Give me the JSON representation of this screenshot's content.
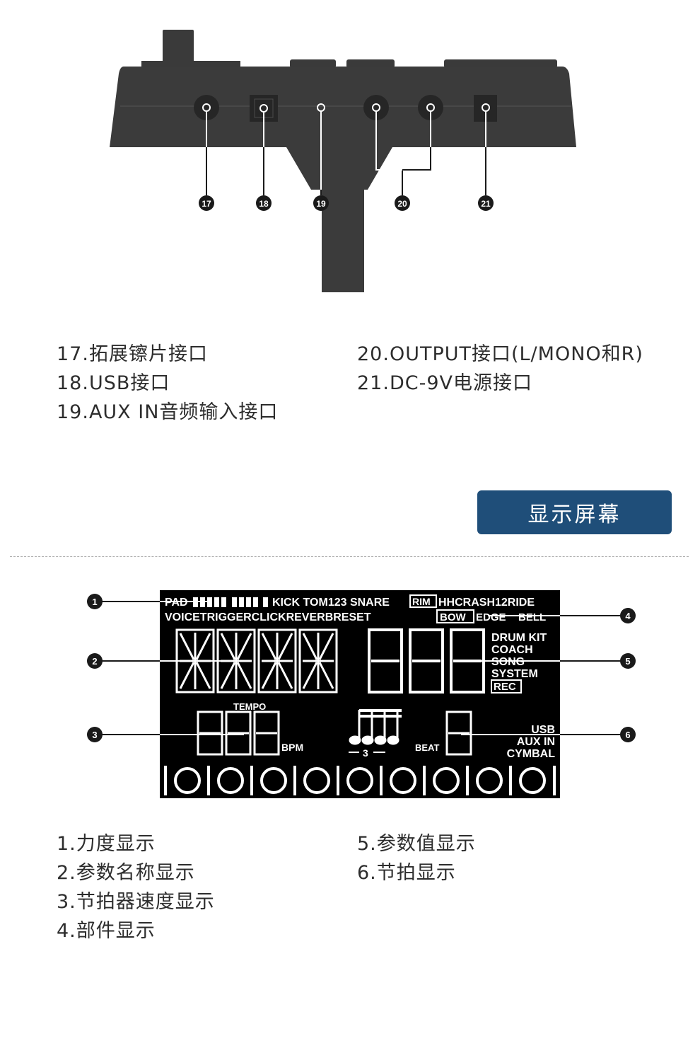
{
  "connector_diagram": {
    "markers": [
      "17",
      "18",
      "19",
      "20",
      "21"
    ],
    "legend_left": [
      "17.拓展镲片接口",
      "18.USB接口",
      "19.AUX IN音频输入接口"
    ],
    "legend_right": [
      "20.OUTPUT接口(L/MONO和R)",
      "21.DC-9V电源接口"
    ]
  },
  "section_button": {
    "label": "显示屏幕"
  },
  "lcd": {
    "row1_left": "PAD",
    "row1_parts": "KICK TOM123 SNARE",
    "row1_rim": "RIM",
    "row1_right": "HHCRASH12RIDE",
    "row2": "VOICETRIGGERCLICKREVERBRESET",
    "row2_bow": "BOW",
    "row2_edge": "EDGE",
    "row2_bell": "BELL",
    "modes": [
      "DRUM KIT",
      "COACH",
      "SONG",
      "SYSTEM"
    ],
    "rec": "REC",
    "tempo": "TEMPO",
    "bpm": "BPM",
    "triplet": "3",
    "beat": "BEAT",
    "sources": [
      "USB",
      "AUX IN",
      "CYMBAL"
    ],
    "markers": [
      "1",
      "2",
      "3",
      "4",
      "5",
      "6"
    ]
  },
  "display_legend": {
    "left": [
      "1.力度显示",
      "2.参数名称显示",
      "3.节拍器速度显示",
      "4.部件显示"
    ],
    "right": [
      "5.参数值显示",
      "6.节拍显示"
    ]
  }
}
